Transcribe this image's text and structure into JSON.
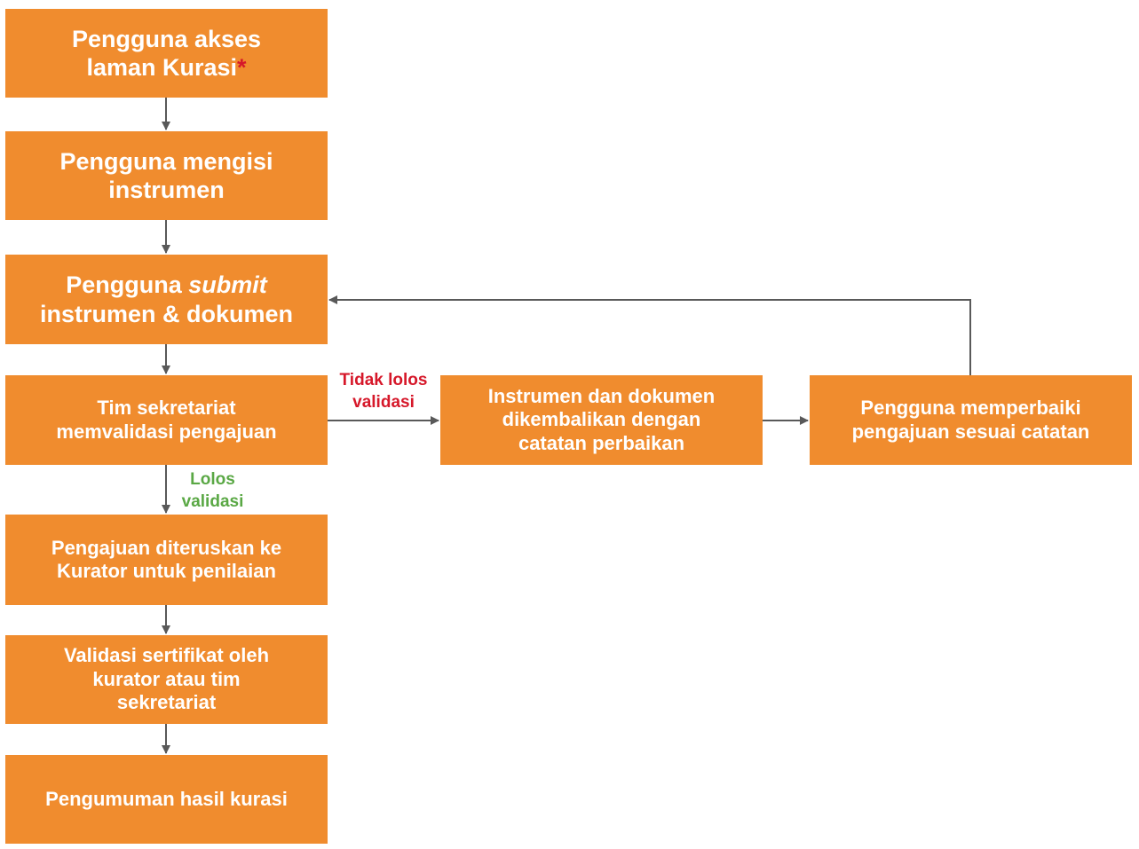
{
  "boxes": {
    "akses": {
      "line1": "Pengguna akses",
      "line2": "laman Kurasi",
      "mark": "*"
    },
    "mengisi": {
      "line1": "Pengguna mengisi",
      "line2": "instrumen"
    },
    "submit": {
      "line1_prefix": "Pengguna",
      "line1_em": "submit",
      "line2": "instrumen & dokumen"
    },
    "validasi": {
      "line1": "Tim sekretariat",
      "line2": "memvalidasi pengajuan"
    },
    "dikembalikan": {
      "line1": "Instrumen dan dokumen",
      "line2": "dikembalikan dengan",
      "line3": "catatan perbaikan"
    },
    "memperbaiki": {
      "line1": "Pengguna memperbaiki",
      "line2": "pengajuan sesuai catatan"
    },
    "diteruskan": {
      "line1": "Pengajuan diteruskan ke",
      "line2": "Kurator untuk penilaian"
    },
    "sertifikat": {
      "line1": "Validasi sertifikat oleh",
      "line2": "kurator atau tim",
      "line3": "sekretariat"
    },
    "pengumuman": {
      "line1": "Pengumuman hasil kurasi"
    }
  },
  "labels": {
    "tidak_lolos": {
      "line1": "Tidak lolos",
      "line2": "validasi"
    },
    "lolos": {
      "line1": "Lolos",
      "line2": "validasi"
    }
  },
  "colors": {
    "box": "#f08c2e",
    "box_text": "#ffffff",
    "arrow": "#595959",
    "fail_label": "#d6182a",
    "pass_label": "#5aa845",
    "asterisk": "#d6182a"
  }
}
